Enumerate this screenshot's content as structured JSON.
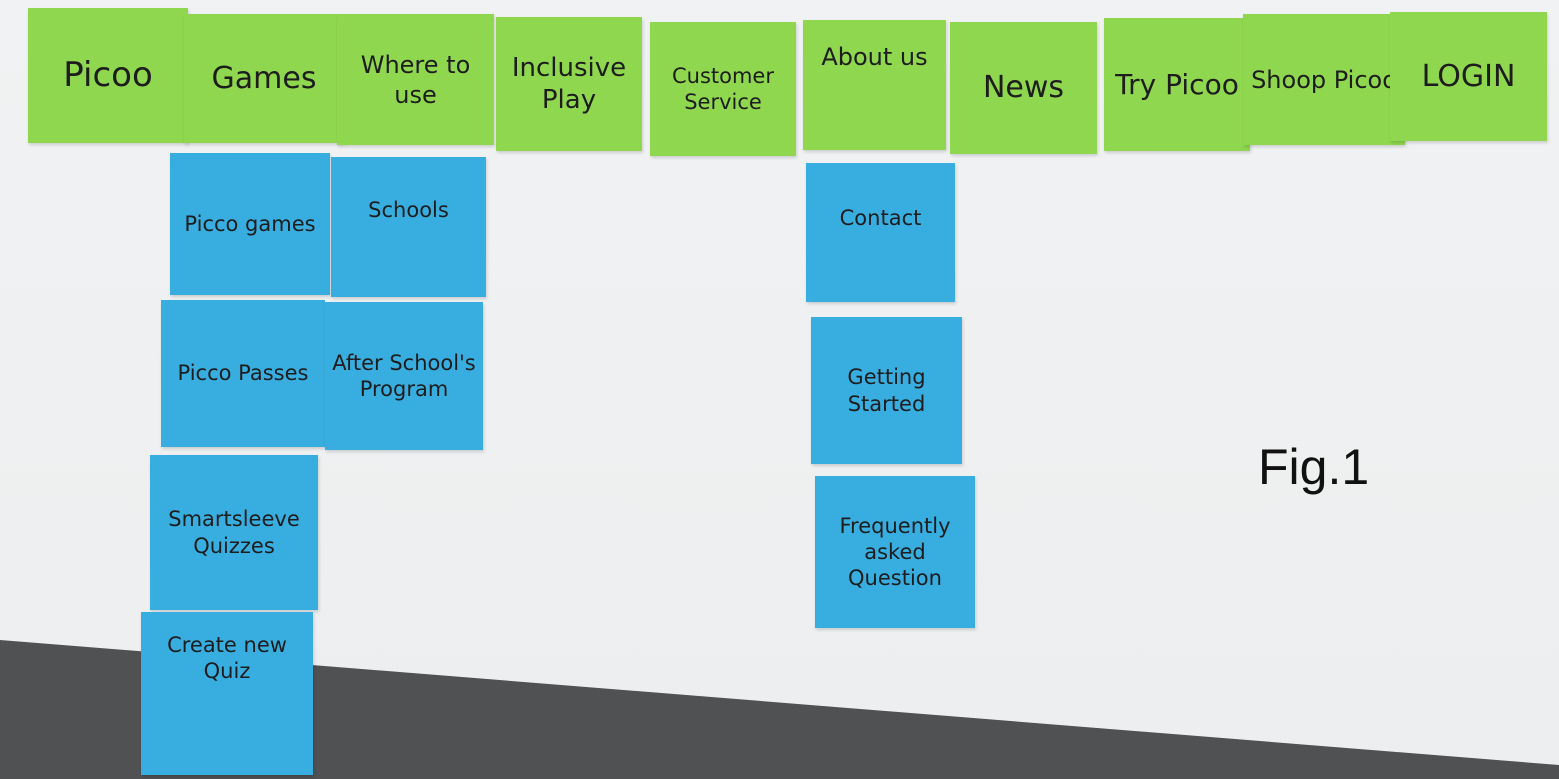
{
  "top_level": [
    "Picoo",
    "Games",
    "Where to use",
    "Inclusive Play",
    "Customer Service",
    "About us",
    "News",
    "Try Picoo",
    "Shoop Picoo",
    "LOGIN"
  ],
  "games_children": [
    "Picco games",
    "Picco Passes",
    "Smartsleeve Quizzes",
    "Create new Quiz"
  ],
  "where_children": [
    "Schools",
    "After School's Program"
  ],
  "about_children": [
    "Contact",
    "Getting Started",
    "Frequently asked Question"
  ],
  "caption": "Fig.1",
  "colors": {
    "top_note": "#8fd74f",
    "sub_note": "#38ade0"
  }
}
